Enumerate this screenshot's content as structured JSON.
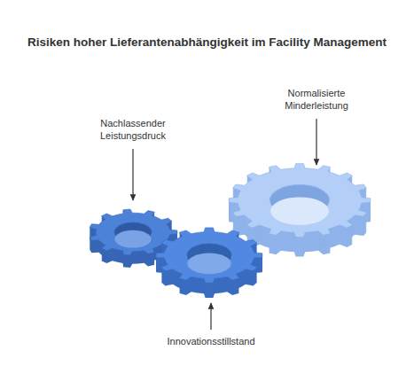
{
  "diagram": {
    "title": "Risiken hoher Lieferantenabhängigkeit im Facility Management",
    "labels": [
      "Nachlassender Leistungsdruck",
      "Normalisierte Minderleistung",
      "Innovationsstillstand"
    ]
  }
}
